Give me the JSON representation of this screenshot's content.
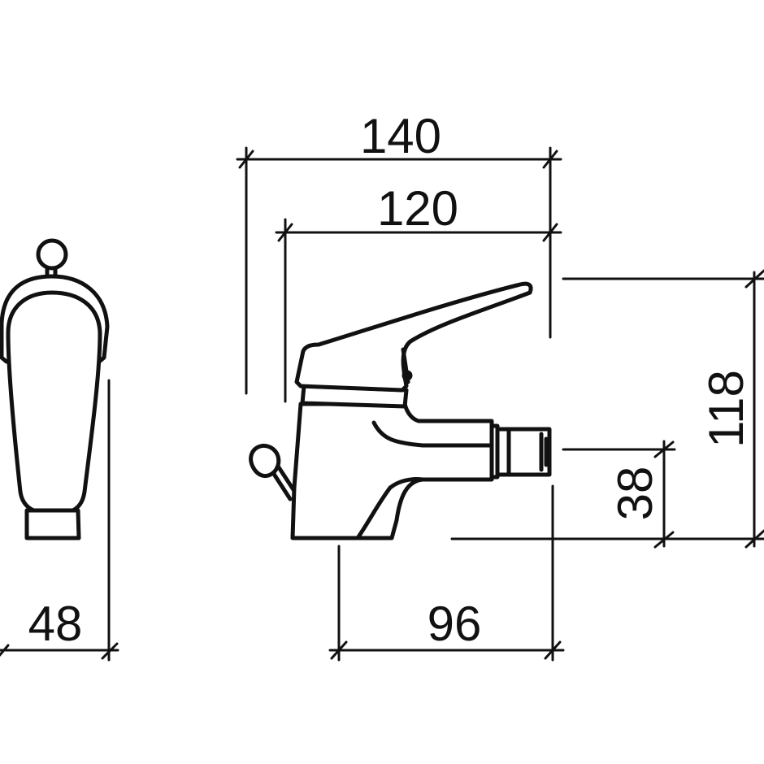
{
  "dimensions": {
    "overall_length": "140",
    "body_length": "120",
    "overall_height": "118",
    "outlet_height": "38",
    "base_depth": "96",
    "front_width": "48"
  },
  "colors": {
    "line": "#111111",
    "background": "#ffffff"
  },
  "icons": {
    "front_view": "faucet-front-view",
    "side_view": "faucet-side-view",
    "knob": "pop-up-knob"
  }
}
